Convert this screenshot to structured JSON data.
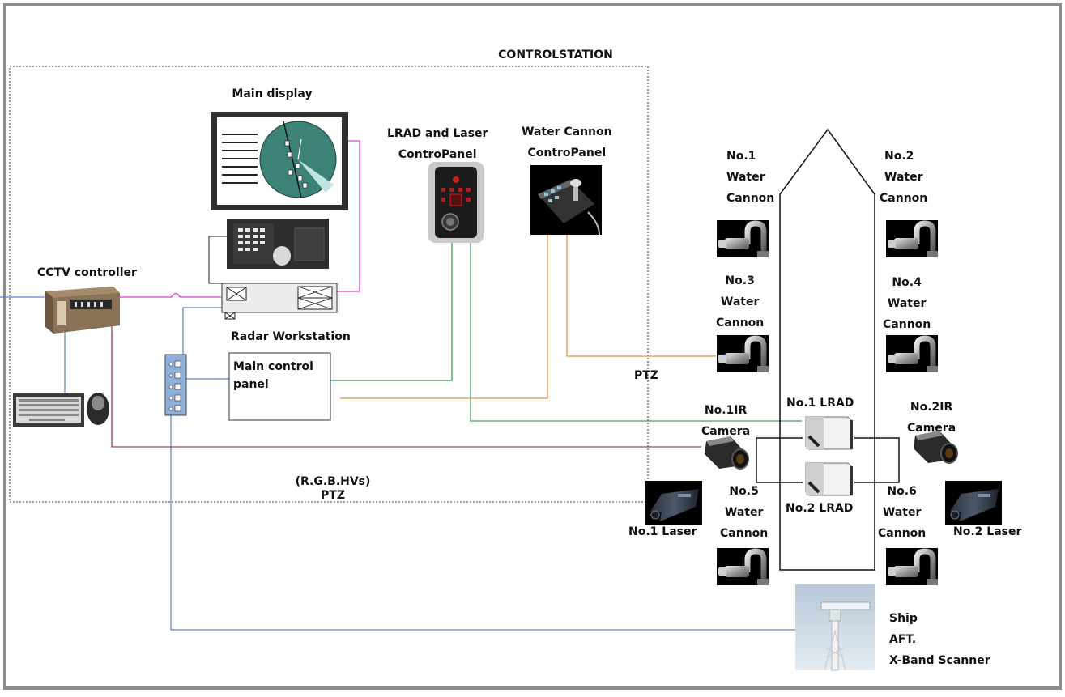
{
  "colors": {
    "frame": "#8c8c8c",
    "rgb_line": "#e03cd2",
    "blue_line": "#5a82be",
    "green_line": "#3c9a5a",
    "orange_line": "#e8913a",
    "purple_line": "#a03c78",
    "radar_screen": "#3d8276"
  },
  "labels": {
    "control_station": "CONTROLSTATION",
    "main_display": "Main display",
    "lrad_panel": [
      "LRAD and Laser",
      "ControPanel"
    ],
    "water_panel": [
      "Water Cannon",
      "ControPanel"
    ],
    "cctv_controller": "CCTV controller",
    "radar_workstation": "Radar Workstation",
    "main_control_panel": [
      "Main control",
      "panel"
    ],
    "rgb_hvs": "(R.G.B.HVs)",
    "ptz_left": "PTZ",
    "ptz_right": "PTZ",
    "wc1": [
      "No.1",
      "Water",
      "Cannon"
    ],
    "wc2": [
      "No.2",
      "Water",
      "Cannon"
    ],
    "wc3": [
      "No.3",
      "Water",
      "Cannon"
    ],
    "wc4": [
      "No.4",
      "Water",
      "Cannon"
    ],
    "wc5": [
      "No.5",
      "Water",
      "Cannon"
    ],
    "wc6": [
      "No.6",
      "Water",
      "Cannon"
    ],
    "ir1": [
      "No.1IR",
      "Camera"
    ],
    "ir2": [
      "No.2IR",
      "Camera"
    ],
    "lrad1": "No.1  LRAD",
    "lrad2": "No.2  LRAD",
    "laser1": "No.1   Laser",
    "laser2": "No.2  Laser",
    "scanner": [
      "Ship",
      "AFT.",
      "X-Band Scanner"
    ]
  },
  "icons": {
    "water_cannon": "water-cannon-icon",
    "laser": "laser-icon",
    "lrad": "lrad-speaker-icon",
    "ir_camera": "ir-camera-icon",
    "scanner": "radar-scanner-icon"
  }
}
